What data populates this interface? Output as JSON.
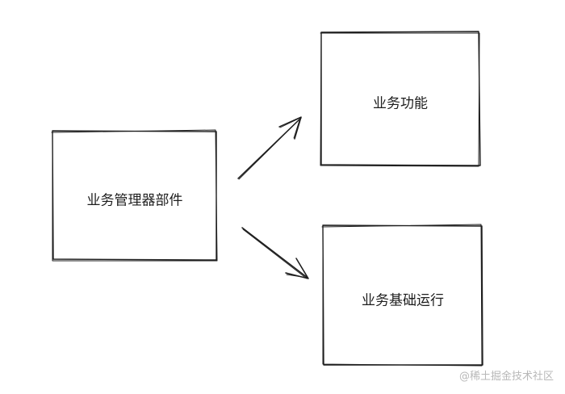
{
  "diagram": {
    "nodes": [
      {
        "id": "manager",
        "label": "业务管理器部件"
      },
      {
        "id": "function",
        "label": "业务功能"
      },
      {
        "id": "runtime",
        "label": "业务基础运行"
      }
    ],
    "edges": [
      {
        "from": "manager",
        "to": "function"
      },
      {
        "from": "manager",
        "to": "runtime"
      }
    ],
    "stroke_color": "#1e1e1e"
  },
  "watermark": "@稀土掘金技术社区"
}
